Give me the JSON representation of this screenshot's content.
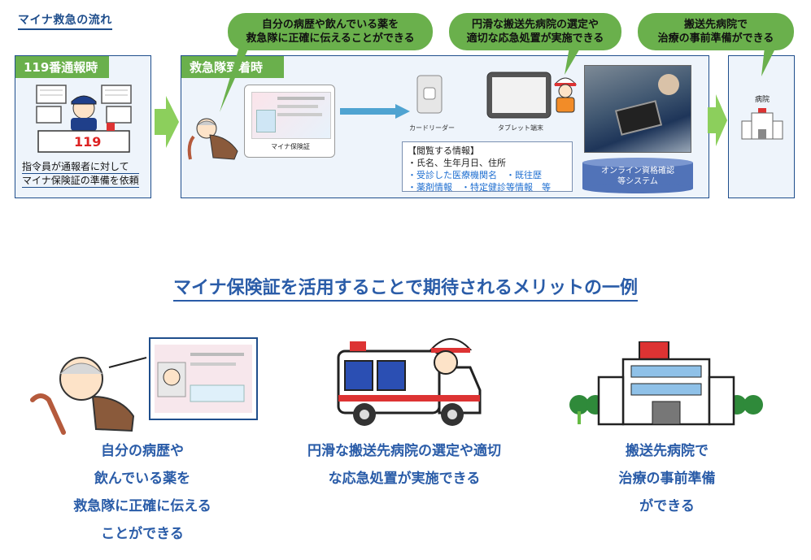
{
  "header": {
    "title": "マイナ救急の流れ"
  },
  "panel1": {
    "tag": "119番通報時",
    "sign": "119",
    "caption": [
      "指令員が通報者に対して",
      "マイナ保険証の準備を依頼"
    ]
  },
  "panel2": {
    "tag": "救急隊到着時",
    "card_label": "マイナ保険証",
    "card_reader_label": "カードリーダー",
    "tablet_label": "タブレット端末",
    "info": {
      "heading": "【閲覧する情報】",
      "lines": [
        "・氏名、生年月日、住所",
        "・受診した医療機関名　・既往歴",
        "・薬剤情報　・特定健診等情報　等"
      ]
    },
    "system_label": [
      "オンライン資格確認",
      "等システム"
    ]
  },
  "panel3": {
    "label": "病院"
  },
  "bubbles": [
    [
      "自分の病歴や飲んでいる薬を",
      "救急隊に正確に伝えることができる"
    ],
    [
      "円滑な搬送先病院の選定や",
      "適切な応急処置が実施できる"
    ],
    [
      "搬送先病院で",
      "治療の事前準備ができる"
    ]
  ],
  "main_heading": "マイナ保険証を活用することで期待されるメリットの一例",
  "benefits": [
    [
      "自分の病歴や",
      "飲んでいる薬を",
      "救急隊に正確に伝える",
      "ことができる"
    ],
    [
      "円滑な搬送先病院の選定や適切",
      "な応急処置が実施できる"
    ],
    [
      "搬送先病院で",
      "治療の事前準備",
      "ができる"
    ]
  ],
  "colors": {
    "accent_green": "#6ab04c",
    "navy": "#1f4e8c",
    "heading_blue": "#2a5ca8"
  }
}
